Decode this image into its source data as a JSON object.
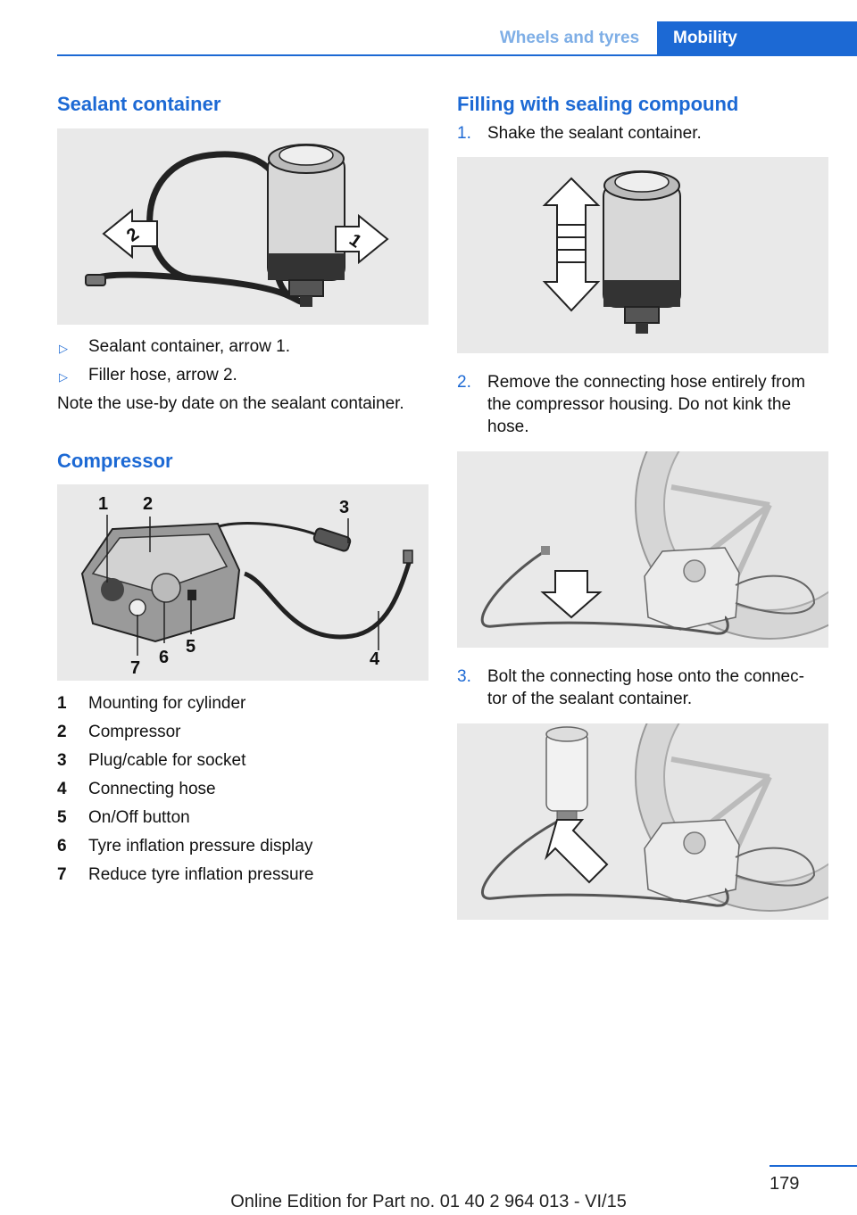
{
  "header": {
    "section_tab": "Wheels and tyres",
    "chapter_tab": "Mobility",
    "accent_color": "#1c69d4"
  },
  "left": {
    "sealant_heading": "Sealant container",
    "sealant_items": [
      "Sealant container, arrow 1.",
      "Filler hose, arrow 2."
    ],
    "sealant_note": "Note the use-by date on the sealant container.",
    "compressor_heading": "Compressor",
    "compressor_list": [
      {
        "num": "1",
        "label": "Mounting for cylinder"
      },
      {
        "num": "2",
        "label": "Compressor"
      },
      {
        "num": "3",
        "label": "Plug/cable for socket"
      },
      {
        "num": "4",
        "label": "Connecting hose"
      },
      {
        "num": "5",
        "label": "On/Off button"
      },
      {
        "num": "6",
        "label": "Tyre inflation pressure display"
      },
      {
        "num": "7",
        "label": "Reduce tyre inflation pressure"
      }
    ],
    "figure1_callouts": [
      "1",
      "2"
    ],
    "figure2_callouts": [
      "1",
      "2",
      "3",
      "4",
      "5",
      "6",
      "7"
    ]
  },
  "right": {
    "heading": "Filling with sealing compound",
    "steps": [
      {
        "num": "1.",
        "lines": [
          "Shake the sealant container."
        ]
      },
      {
        "num": "2.",
        "lines": [
          "Remove the connecting hose entirely from",
          "the compressor housing. Do not kink the",
          "hose."
        ]
      },
      {
        "num": "3.",
        "lines": [
          "Bolt the connecting hose onto the connec‐",
          "tor of the sealant container."
        ]
      }
    ]
  },
  "footer": {
    "page_number": "179",
    "edition": "Online Edition for Part no. 01 40 2 964 013 - VI/15"
  }
}
